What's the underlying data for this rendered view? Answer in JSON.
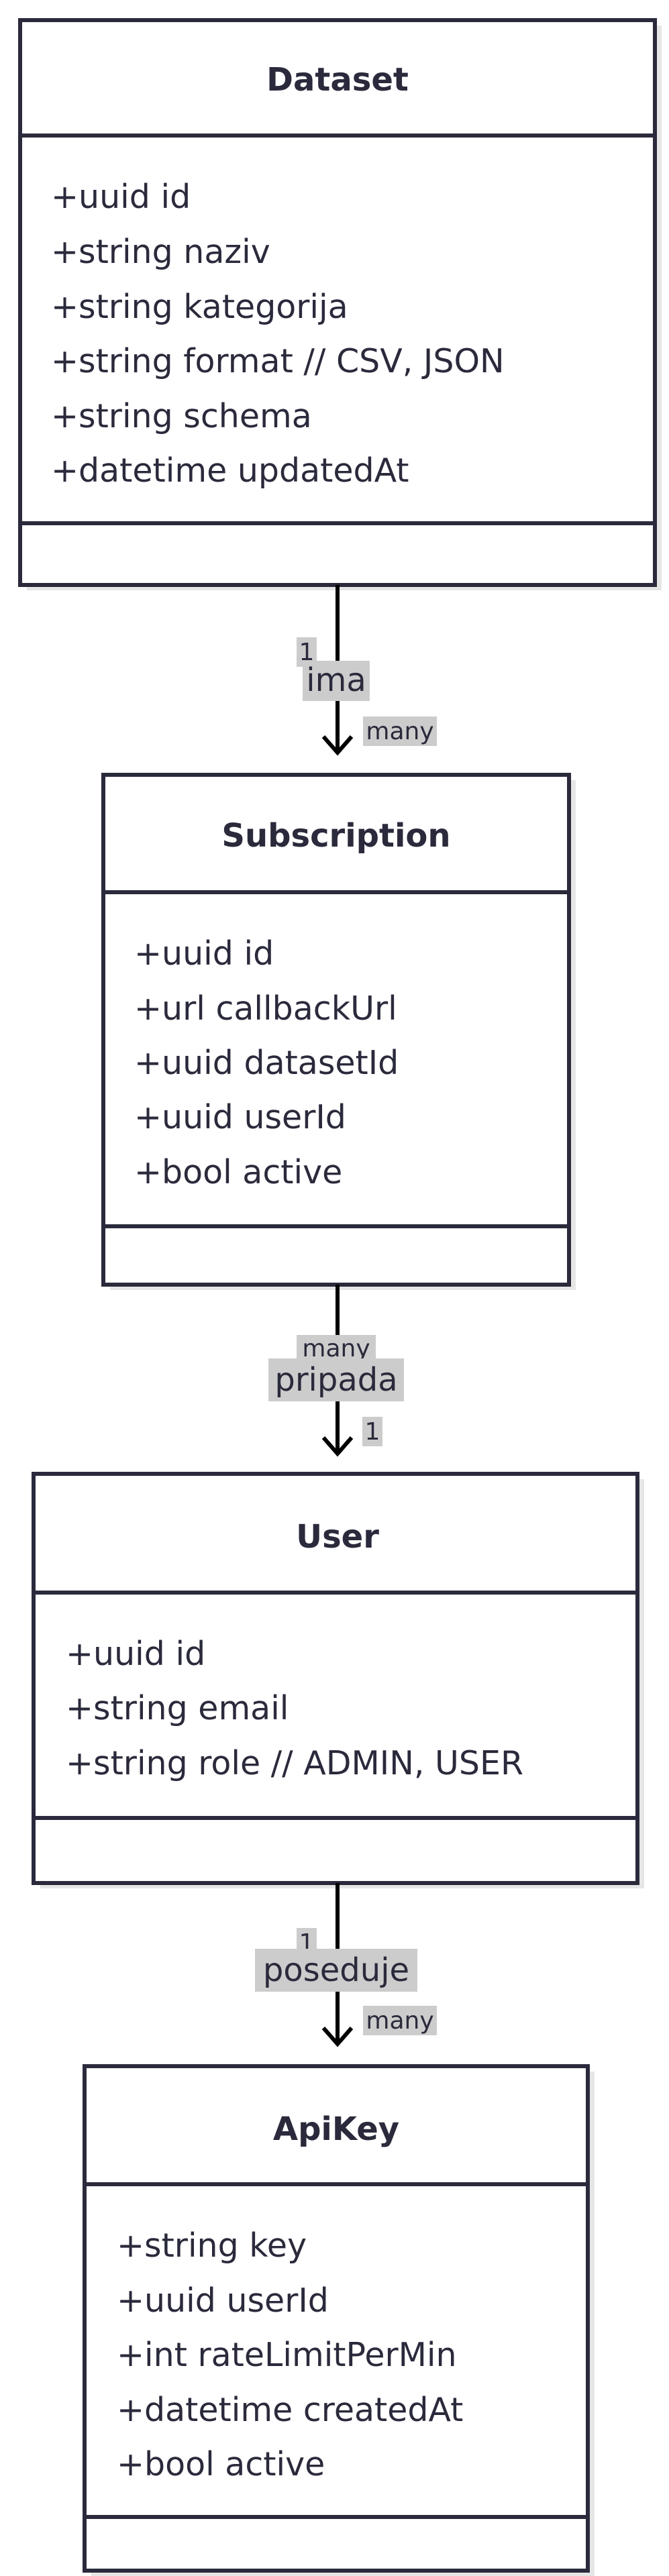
{
  "classes": [
    {
      "name": "Dataset",
      "attributes": [
        "+uuid id",
        "+string naziv",
        "+string kategorija",
        "+string format // CSV, JSON",
        "+string schema",
        "+datetime updatedAt"
      ],
      "methods": []
    },
    {
      "name": "Subscription",
      "attributes": [
        "+uuid id",
        "+url callbackUrl",
        "+uuid datasetId",
        "+uuid userId",
        "+bool active"
      ],
      "methods": []
    },
    {
      "name": "User",
      "attributes": [
        "+uuid id",
        "+string email",
        "+string role // ADMIN, USER"
      ],
      "methods": []
    },
    {
      "name": "ApiKey",
      "attributes": [
        "+string key",
        "+uuid userId",
        "+int rateLimitPerMin",
        "+datetime createdAt",
        "+bool active"
      ],
      "methods": []
    }
  ],
  "relations": [
    {
      "from": "Dataset",
      "to": "Subscription",
      "label": "ima",
      "from_multiplicity": "1",
      "to_multiplicity": "many"
    },
    {
      "from": "Subscription",
      "to": "User",
      "label": "pripada",
      "from_multiplicity": "many",
      "to_multiplicity": "1"
    },
    {
      "from": "User",
      "to": "ApiKey",
      "label": "poseduje",
      "from_multiplicity": "1",
      "to_multiplicity": "many"
    }
  ],
  "colors": {
    "stroke": "#2a2a3c",
    "label_background": "#cccccc",
    "arrow": "#000000",
    "shadow": "#e6e6e6"
  }
}
